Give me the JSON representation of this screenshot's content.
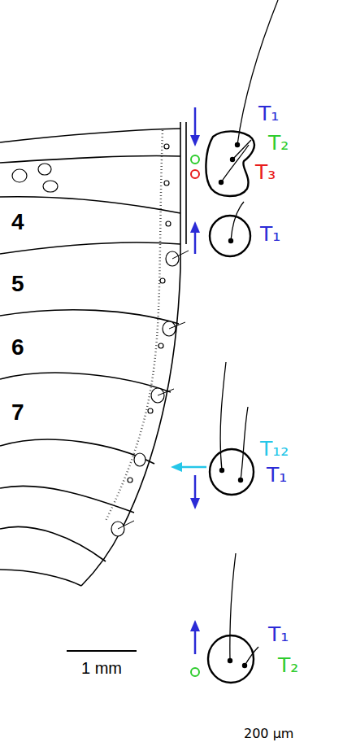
{
  "diagram": {
    "nodes": [
      {
        "text": [
          "T₁",
          "T₂",
          "T₃"
        ]
      },
      {
        "text": [
          "T₁"
        ]
      },
      {
        "text": [
          "T₁₂",
          "T₁"
        ]
      },
      {
        "text": [
          "T₁",
          "T₂"
        ]
      }
    ],
    "labels": [
      "4",
      "5",
      "6",
      "7",
      "1 mm",
      "200 μm"
    ]
  }
}
